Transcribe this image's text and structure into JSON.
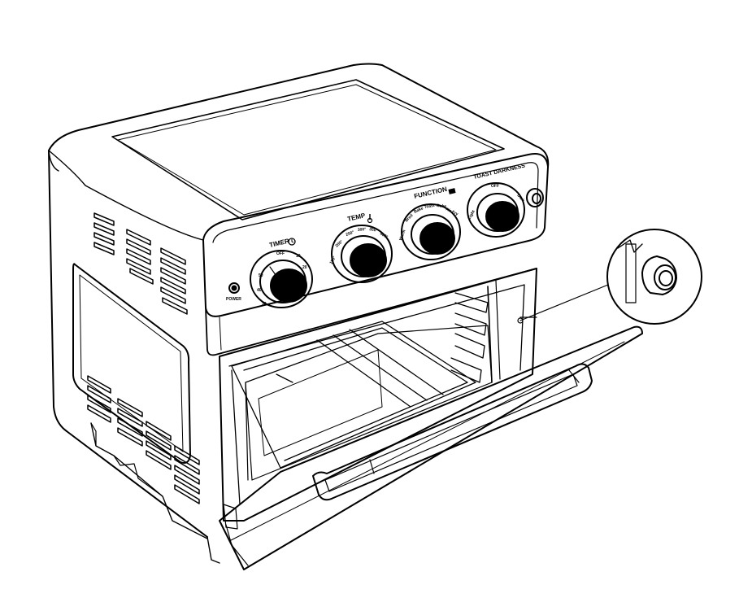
{
  "labels": {
    "timer": "TIMER",
    "temp": "TEMP",
    "function": "FUNCTION",
    "toast_darkness": "TOAST DARKNESS",
    "power": "POWER"
  },
  "dial_ticks": {
    "timer": [
      "OFF",
      "10",
      "20",
      "30",
      "40",
      "50"
    ],
    "temp": [
      "150°",
      "200°",
      "250°",
      "300°",
      "350°",
      "400°",
      "450°"
    ],
    "function": [
      "Warm",
      "Broil",
      "Bake",
      "Toast",
      "Bake",
      "Air Fry"
    ],
    "toast": [
      "OFF",
      "Light",
      "Dark"
    ]
  },
  "icons": {
    "timer": "clock-icon",
    "temp": "thermometer-icon",
    "function": "mode-icon",
    "power": "power-indicator-light",
    "detail": "door-stop-peg-icon"
  }
}
